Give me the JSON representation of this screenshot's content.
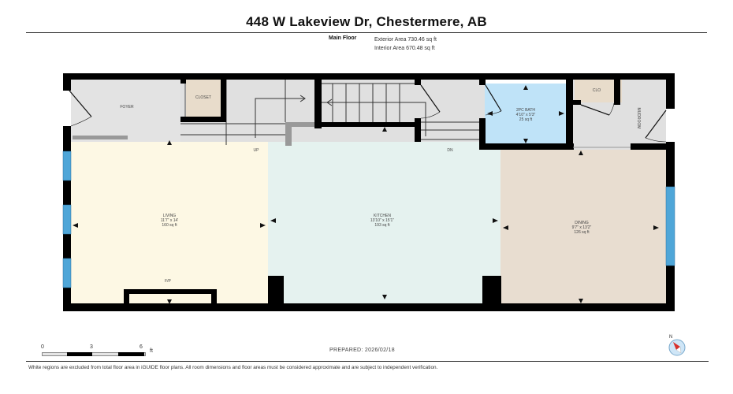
{
  "header": {
    "title": "448 W Lakeview Dr, Chestermere, AB",
    "floor_name": "Main Floor",
    "exterior_area": "Exterior Area 730.46 sq ft",
    "interior_area": "Interior Area 670.48 sq ft"
  },
  "rooms": {
    "foyer": {
      "name": "FOYER"
    },
    "closet": {
      "name": "CLOSET"
    },
    "living": {
      "name": "LIVING",
      "dims": "11'7\" x 14'",
      "area": "160 sq ft"
    },
    "kitchen": {
      "name": "KITCHEN",
      "dims": "13'10\" x 15'1\"",
      "area": "193 sq ft"
    },
    "dining": {
      "name": "DINING",
      "dims": "9'7\" x 13'2\"",
      "area": "126 sq ft"
    },
    "bath": {
      "name": "2PC BATH",
      "dims": "4'10\" x 5'3\"",
      "area": "25 sq ft"
    },
    "clo": {
      "name": "CLO"
    },
    "mudroom": {
      "name": "MUDROOM"
    }
  },
  "labels": {
    "up": "UP",
    "dn": "DN",
    "fireplace": "F/P"
  },
  "colors": {
    "wall": "#000000",
    "foyer": "#e3e3e3",
    "closet": "#e8dccb",
    "living": "#fdf8e4",
    "kitchen": "#e5f2ef",
    "dining": "#e8ddd0",
    "bath": "#bfe3f8",
    "window": "#4fa6d8"
  },
  "scale_bar": {
    "ticks": [
      "0",
      "3",
      "6"
    ],
    "unit": "ft"
  },
  "footer": {
    "prepared": "PREPARED: 2026/02/18",
    "compass_label": "N",
    "disclaimer": "White regions are excluded from total floor area in iGUIDE floor plans. All room dimensions and floor areas must be considered approximate and are subject to independent verification."
  }
}
